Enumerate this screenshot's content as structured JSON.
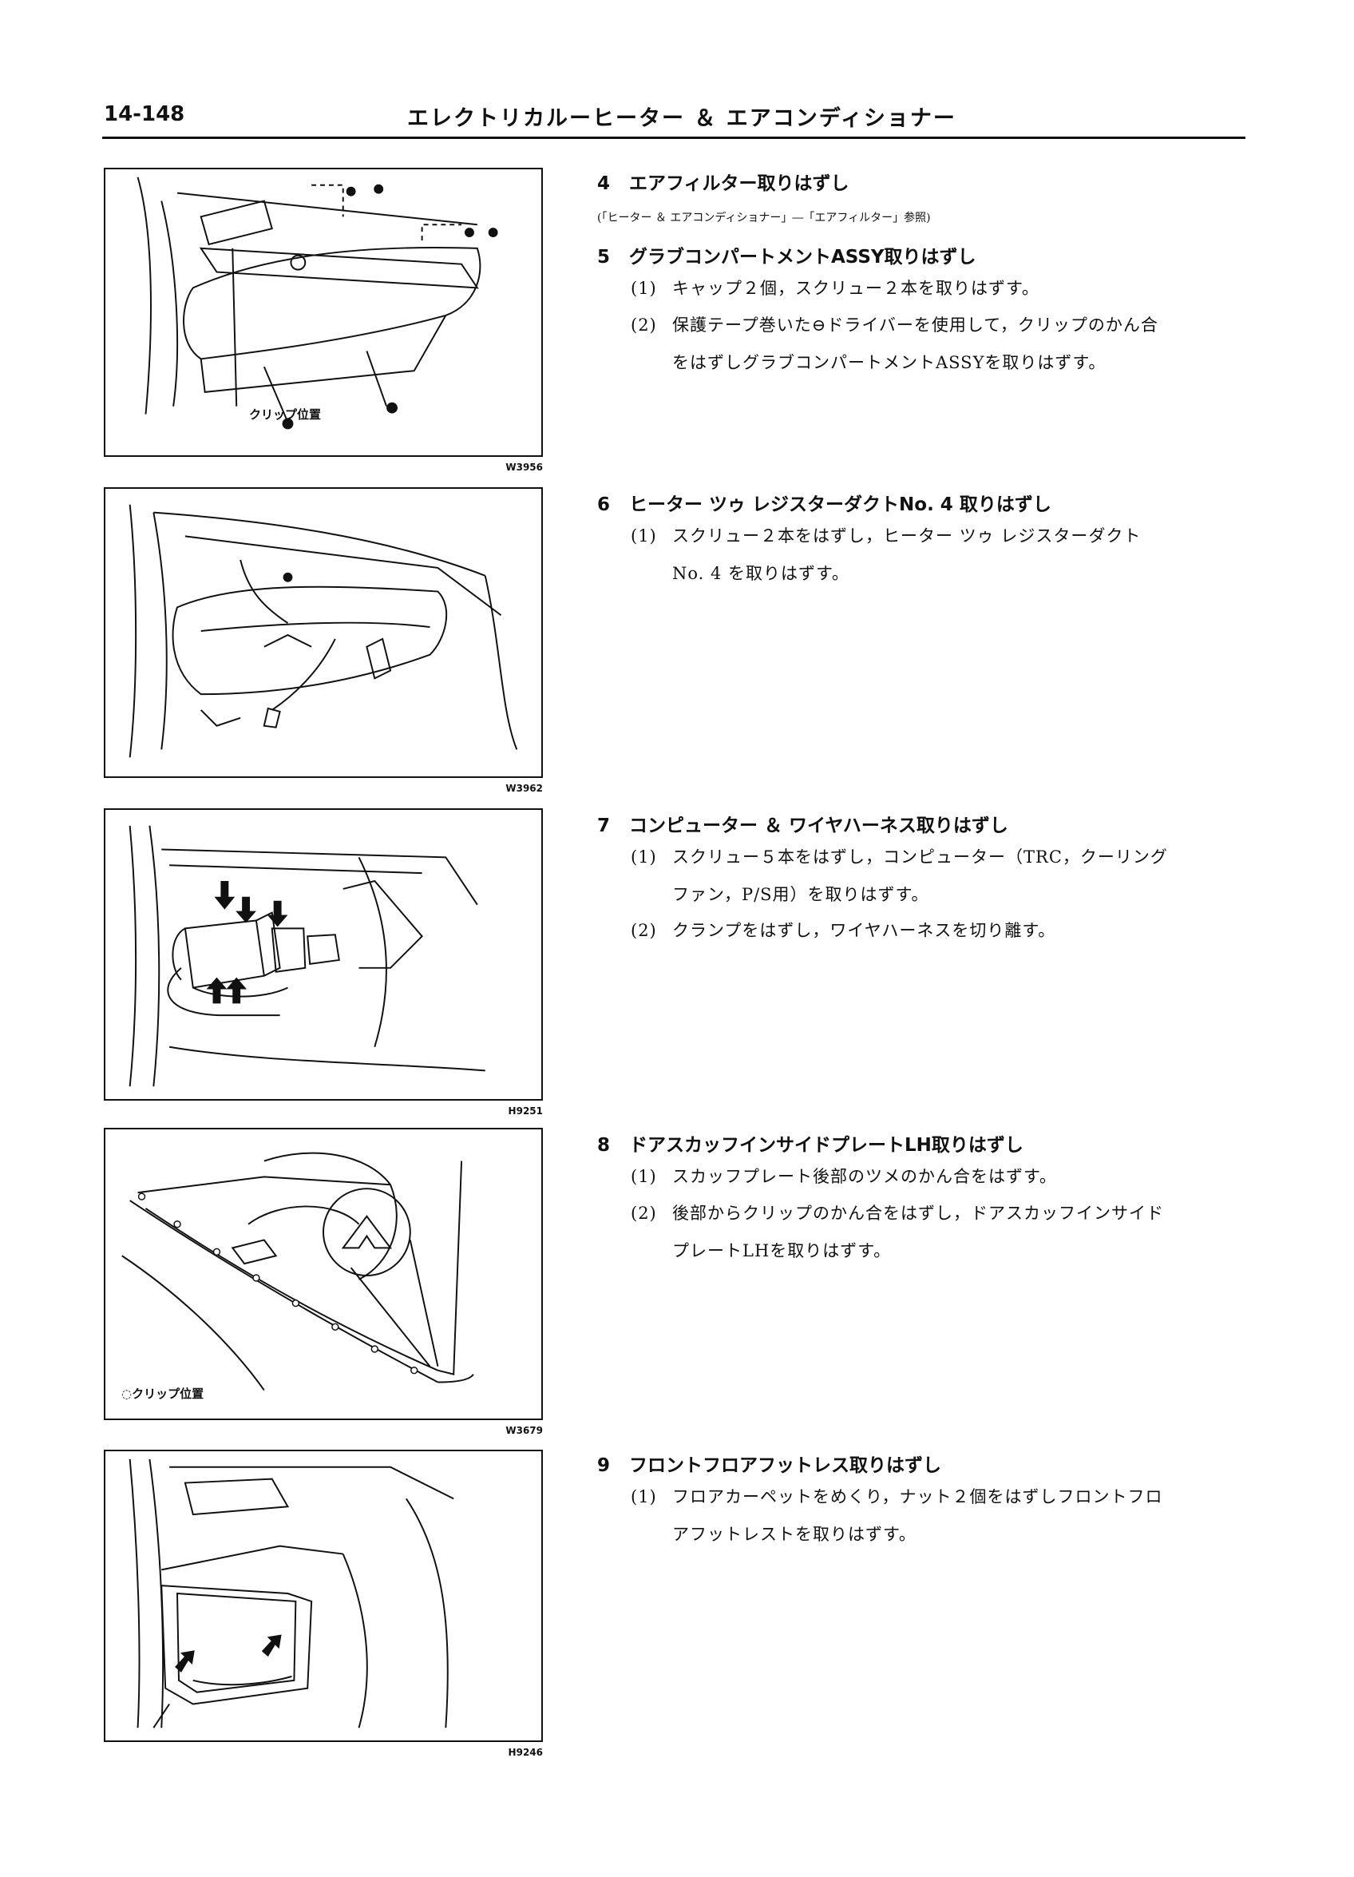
{
  "header": {
    "page_number": "14-148",
    "title": "エレクトリカルーヒーター ＆ エアコンディショナー"
  },
  "figures": [
    {
      "code": "W3956",
      "label": "クリップ位置"
    },
    {
      "code": "W3962"
    },
    {
      "code": "H9251"
    },
    {
      "code": "W3679",
      "label": "◌クリップ位置"
    },
    {
      "code": "H9246"
    }
  ],
  "steps": [
    {
      "number": "4",
      "title": "エアフィルター取りはずし",
      "reference": "(「ヒーター ＆ エアコンディショナー」―「エアフィルター」参照)"
    },
    {
      "number": "5",
      "title": "グラブコンパートメントASSY取りはずし",
      "items": [
        {
          "marker": "(1)",
          "lines": [
            "キャップ２個，スクリュー２本を取りはずす。"
          ]
        },
        {
          "marker": "(2)",
          "lines": [
            "保護テープ巻いた⊖ドライバーを使用して，クリップのかん合",
            "をはずしグラブコンパートメントASSYを取りはずす。"
          ]
        }
      ]
    },
    {
      "number": "6",
      "title": "ヒーター ツゥ レジスターダクトNo. 4 取りはずし",
      "items": [
        {
          "marker": "(1)",
          "lines": [
            "スクリュー２本をはずし，ヒーター ツゥ レジスターダクト",
            "No. 4 を取りはずす。"
          ]
        }
      ]
    },
    {
      "number": "7",
      "title": "コンピューター ＆ ワイヤハーネス取りはずし",
      "items": [
        {
          "marker": "(1)",
          "lines": [
            "スクリュー５本をはずし，コンピューター（TRC，クーリング",
            "ファン，P/S用）を取りはずす。"
          ]
        },
        {
          "marker": "(2)",
          "lines": [
            "クランプをはずし，ワイヤハーネスを切り離す。"
          ]
        }
      ]
    },
    {
      "number": "8",
      "title": "ドアスカッフインサイドプレートLH取りはずし",
      "items": [
        {
          "marker": "(1)",
          "lines": [
            "スカッフプレート後部のツメのかん合をはずす。"
          ]
        },
        {
          "marker": "(2)",
          "lines": [
            "後部からクリップのかん合をはずし，ドアスカッフインサイド",
            "プレートLHを取りはずす。"
          ]
        }
      ]
    },
    {
      "number": "9",
      "title": "フロントフロアフットレス取りはずし",
      "items": [
        {
          "marker": "(1)",
          "lines": [
            "フロアカーペットをめくり，ナット２個をはずしフロントフロ",
            "アフットレストを取りはずす。"
          ]
        }
      ]
    }
  ]
}
